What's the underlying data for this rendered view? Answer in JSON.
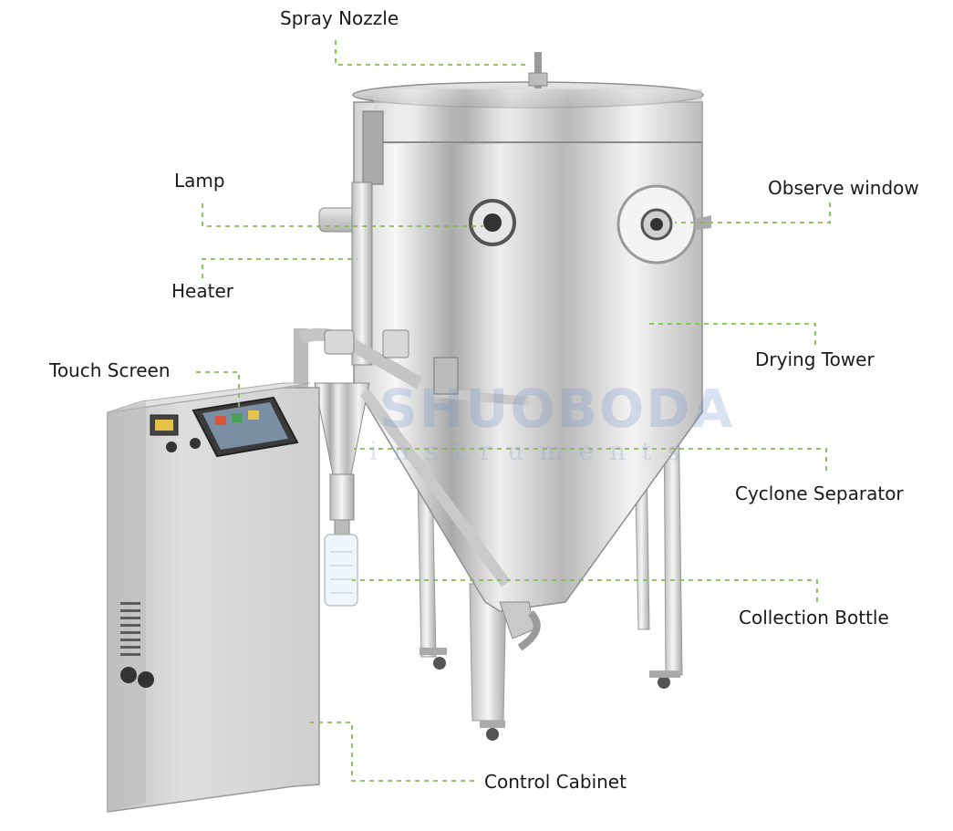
{
  "labels": {
    "spray_nozzle": "Spray Nozzle",
    "lamp": "Lamp",
    "heater": "Heater",
    "touch_screen": "Touch Screen",
    "observe_window": "Observe window",
    "drying_tower": "Drying Tower",
    "cyclone_separator": "Cyclone Separator",
    "collection_bottle": "Collection Bottle",
    "control_cabinet": "Control Cabinet"
  },
  "watermark": {
    "brand": "SHUOBODA",
    "sub": "instruments"
  },
  "colors": {
    "leader_line": "#7cc24a",
    "label_text": "#1a1a1a",
    "steel_light": "#f2f2f2",
    "steel_dark": "#9a9a9a",
    "cabinet": "#d4d4d4"
  }
}
